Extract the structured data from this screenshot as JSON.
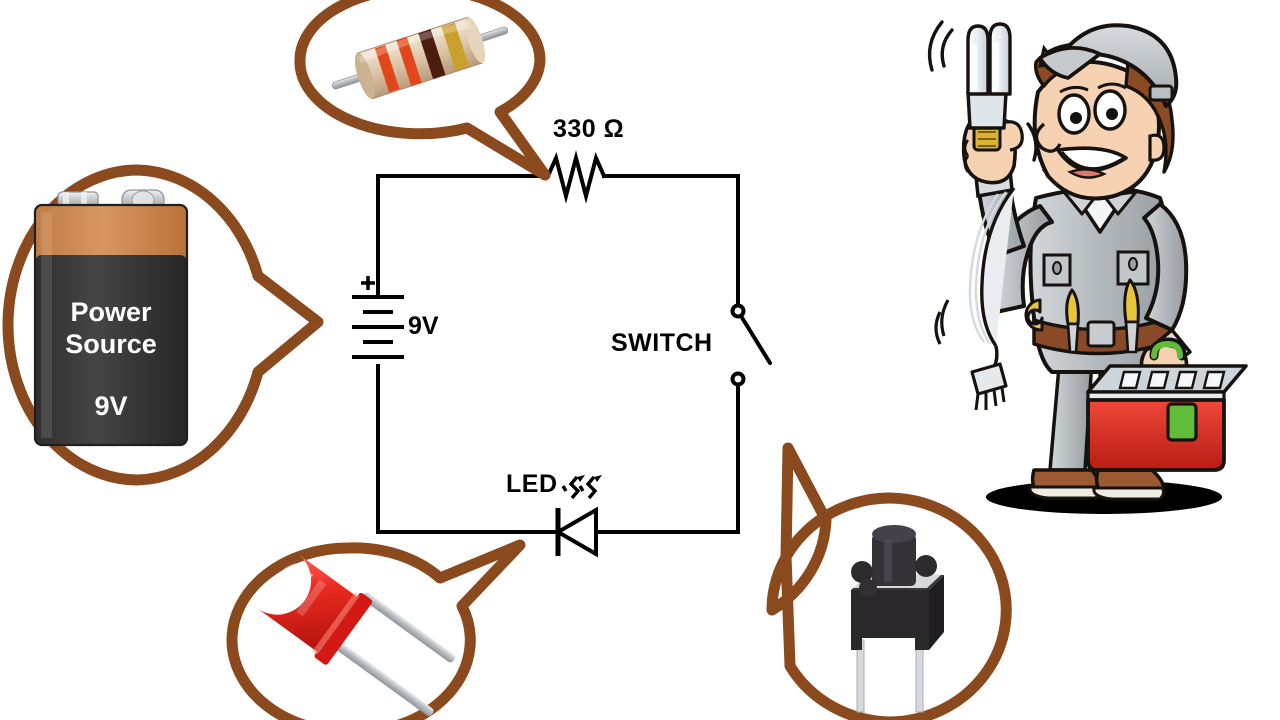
{
  "page": {
    "title": "Simple LED Circuit Diagram with 9V Battery, 330 Ohm Resistor and Switch",
    "background_color": "#ffffff",
    "accent_color": "#8B4A1E",
    "wire_color": "#000000"
  },
  "circuit": {
    "labels": {
      "resistor": "330 Ω",
      "battery": "9V",
      "battery_polarity": "+",
      "switch": "SWITCH",
      "led": "LED"
    },
    "components": [
      {
        "name": "battery",
        "symbol": "battery-cell-stack",
        "value": "9V",
        "position": "left-side"
      },
      {
        "name": "resistor",
        "symbol": "zigzag-resistor",
        "value": "330 Ω",
        "position": "top-side"
      },
      {
        "name": "switch",
        "symbol": "spst-open-switch",
        "value": "SWITCH",
        "state": "open",
        "position": "right-side"
      },
      {
        "name": "led",
        "symbol": "led-diode",
        "value": "LED",
        "position": "bottom-side"
      }
    ]
  },
  "callouts": [
    {
      "id": "resistor-callout",
      "name": "resistor-photo-callout",
      "subject": "axial resistor photo",
      "bands": [
        "orange",
        "orange",
        "brown",
        "gold"
      ],
      "points_to": "resistor"
    },
    {
      "id": "battery-callout",
      "name": "battery-photo-callout",
      "subject": "9V PP3 battery",
      "title": "Power\nSource",
      "voltage": "9V",
      "body_color": "#3a3a3a",
      "cap_color": "#cf8a52",
      "points_to": "battery"
    },
    {
      "id": "led-callout",
      "name": "led-photo-callout",
      "subject": "red 5mm LED photo",
      "led_color": "#e8201f",
      "points_to": "led"
    },
    {
      "id": "switch-callout",
      "name": "tactile-switch-photo-callout",
      "subject": "black tactile push button switch photo",
      "body_color": "#2d2a2e",
      "points_to": "switch"
    }
  ],
  "mascot": {
    "name": "cartoon-electrician",
    "description": "Smiling cartoon electrician wearing a grey cap and overalls, holding a CFL light bulb in his raised right hand and a red toolbox in his left hand, with a coil of white cable over his shoulder.",
    "colors": {
      "uniform": "#b9bdc1",
      "skin": "#f6d2b2",
      "hair": "#8a4b22",
      "toolbox": "#e02b20",
      "shoes": "#9b5a32",
      "bulb": "#e9eef2"
    }
  }
}
